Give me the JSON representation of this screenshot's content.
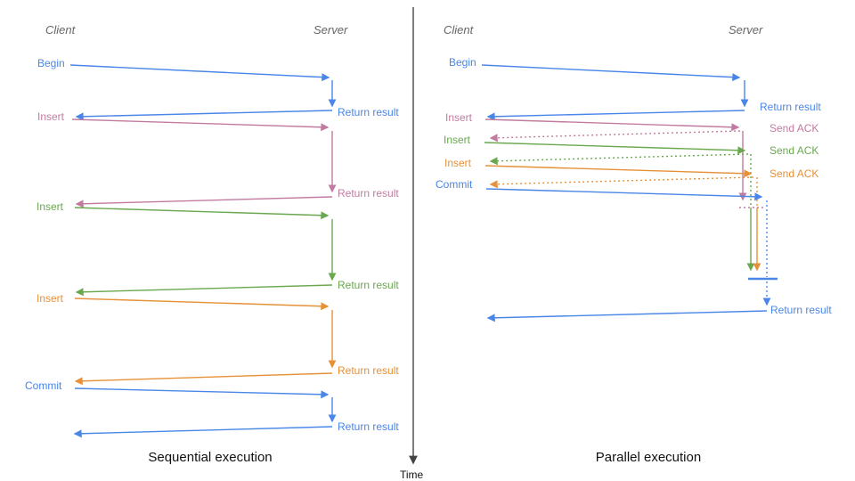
{
  "colors": {
    "blue": "#4a86e8",
    "pink": "#c27ba0",
    "green": "#6aa84f",
    "orange": "#e69138",
    "axis": "#444444",
    "actor": "#666666",
    "caption": "#111111"
  },
  "time_axis": {
    "label": "Time"
  },
  "sequential": {
    "caption": "Sequential execution",
    "client_label": "Client",
    "server_label": "Server",
    "ops": [
      {
        "label": "Begin",
        "color": "blue",
        "response": "Return result"
      },
      {
        "label": "Insert",
        "color": "pink",
        "response": "Return result"
      },
      {
        "label": "Insert",
        "color": "green",
        "response": "Return result"
      },
      {
        "label": "Insert",
        "color": "orange",
        "response": "Return result"
      },
      {
        "label": "Commit",
        "color": "blue",
        "response": "Return result"
      }
    ]
  },
  "parallel": {
    "caption": "Parallel execution",
    "client_label": "Client",
    "server_label": "Server",
    "ops": [
      {
        "label": "Begin",
        "color": "blue",
        "response": "Return result"
      },
      {
        "label": "Insert",
        "color": "pink",
        "response": "Send ACK"
      },
      {
        "label": "Insert",
        "color": "green",
        "response": "Send ACK"
      },
      {
        "label": "Insert",
        "color": "orange",
        "response": "Send ACK"
      },
      {
        "label": "Commit",
        "color": "blue",
        "response": "Return result"
      }
    ]
  }
}
